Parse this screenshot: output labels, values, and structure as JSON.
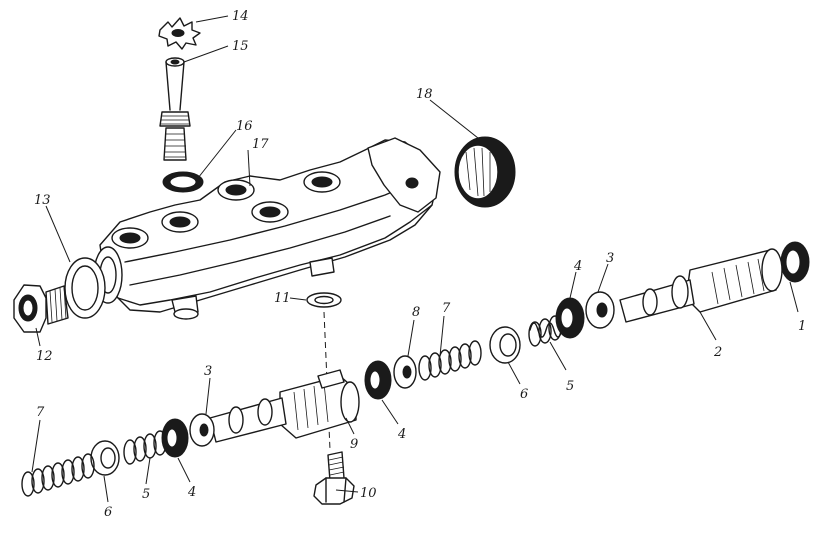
{
  "callouts": [
    {
      "id": "c1",
      "text": "1"
    },
    {
      "id": "c2",
      "text": "2"
    },
    {
      "id": "c3a",
      "text": "3"
    },
    {
      "id": "c4a",
      "text": "4"
    },
    {
      "id": "c5a",
      "text": "5"
    },
    {
      "id": "c6a",
      "text": "6"
    },
    {
      "id": "c7a",
      "text": "7"
    },
    {
      "id": "c8",
      "text": "8"
    },
    {
      "id": "c4b",
      "text": "4"
    },
    {
      "id": "c9",
      "text": "9"
    },
    {
      "id": "c10",
      "text": "10"
    },
    {
      "id": "c11",
      "text": "11"
    },
    {
      "id": "c12",
      "text": "12"
    },
    {
      "id": "c13",
      "text": "13"
    },
    {
      "id": "c14",
      "text": "14"
    },
    {
      "id": "c15",
      "text": "15"
    },
    {
      "id": "c16",
      "text": "16"
    },
    {
      "id": "c17",
      "text": "17"
    },
    {
      "id": "c18",
      "text": "18"
    },
    {
      "id": "c3b",
      "text": "3"
    },
    {
      "id": "c4c",
      "text": "4"
    },
    {
      "id": "c5b",
      "text": "5"
    },
    {
      "id": "c6b",
      "text": "6"
    },
    {
      "id": "c7b",
      "text": "7"
    }
  ]
}
